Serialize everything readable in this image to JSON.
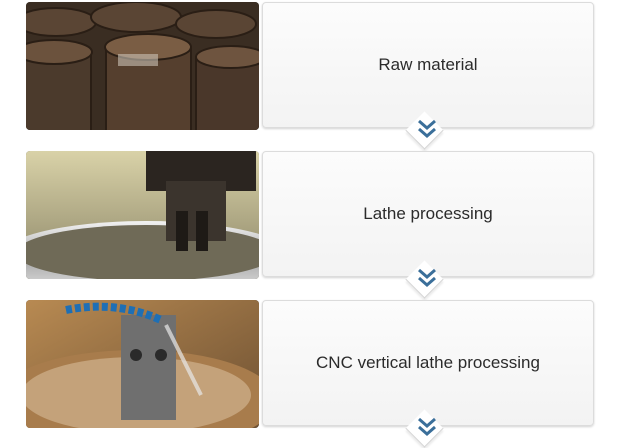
{
  "steps": [
    {
      "label": "Raw material",
      "photo_icon": "raw-material-photo"
    },
    {
      "label": "Lathe processing",
      "photo_icon": "lathe-processing-photo"
    },
    {
      "label": "CNC vertical lathe processing",
      "photo_icon": "cnc-vertical-lathe-photo"
    }
  ],
  "colors": {
    "chevron": "#3b6f9a",
    "card_border": "#dcdcdc",
    "label": "#2b2b2b"
  },
  "icons": {
    "down": "double-chevron-down-icon"
  }
}
